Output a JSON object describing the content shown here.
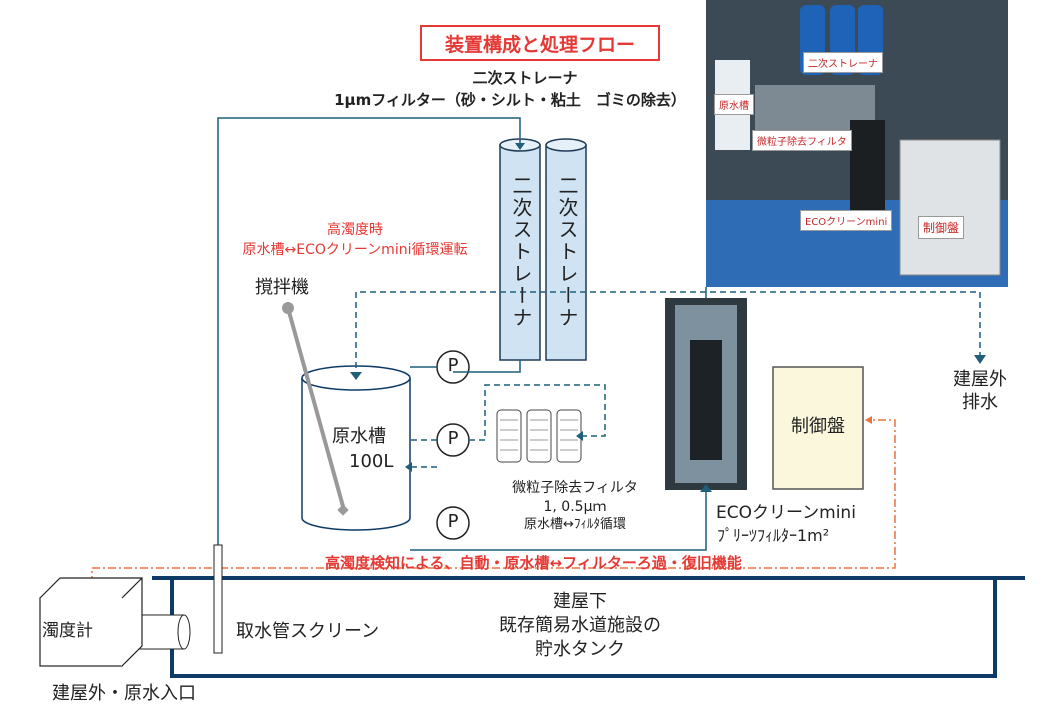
{
  "title": "装置構成と処理フロー",
  "strainer_header": {
    "line1": "二次ストレーナ",
    "line2": "1μmフィルター（砂・シルト・粘土　ゴミの除去）"
  },
  "strainer_tube_left": "二次ストレーナ",
  "strainer_tube_right": "二次ストレーナ",
  "high_turbidity_note": {
    "line1": "高濁度時",
    "line2": "原水槽↔ECOクリーンmini循環運転"
  },
  "agitator_label": "撹拌機",
  "raw_tank": {
    "line1": "原水槽",
    "line2": "100L"
  },
  "pump_label": "P",
  "fine_filter": {
    "line1": "微粒子除去フィルタ",
    "line2": "1, 0.5μｍ",
    "line3": "原水槽↔ﾌｨﾙﾀ循環"
  },
  "eco_clean": {
    "line1": "ECOクリーンmini",
    "line2": "ﾌﾟﾘｰﾂﾌｨﾙﾀｰ1m²"
  },
  "control_panel": "制御盤",
  "outdoor_drain": {
    "line1": "建屋外",
    "line2": "排水"
  },
  "auto_function": "高濁度検知による、自動・原水槽↔フィルターろ過・復旧機能",
  "underground_tank": {
    "line1": "建屋下",
    "line2": "既存簡易水道施設の",
    "line3": "貯水タンク"
  },
  "intake_screen": "取水管スクリーン",
  "turbidity_meter": "濁度計",
  "inlet_label": "建屋外・原水入口",
  "photo_labels": {
    "strainer": "二次ストレーナ",
    "raw_tank": "原水槽",
    "fine_filter": "微粒子除去フィルタ",
    "eco": "ECOクリーンmini",
    "control": "制御盤"
  },
  "colors": {
    "pipe": "#1f5f7a",
    "red": "#e53935",
    "orange_dashed": "#e8743b",
    "tube_fill": "#cfe3f3",
    "tank_line": "#0d3b66",
    "panel_fill": "#fbf7dc"
  }
}
